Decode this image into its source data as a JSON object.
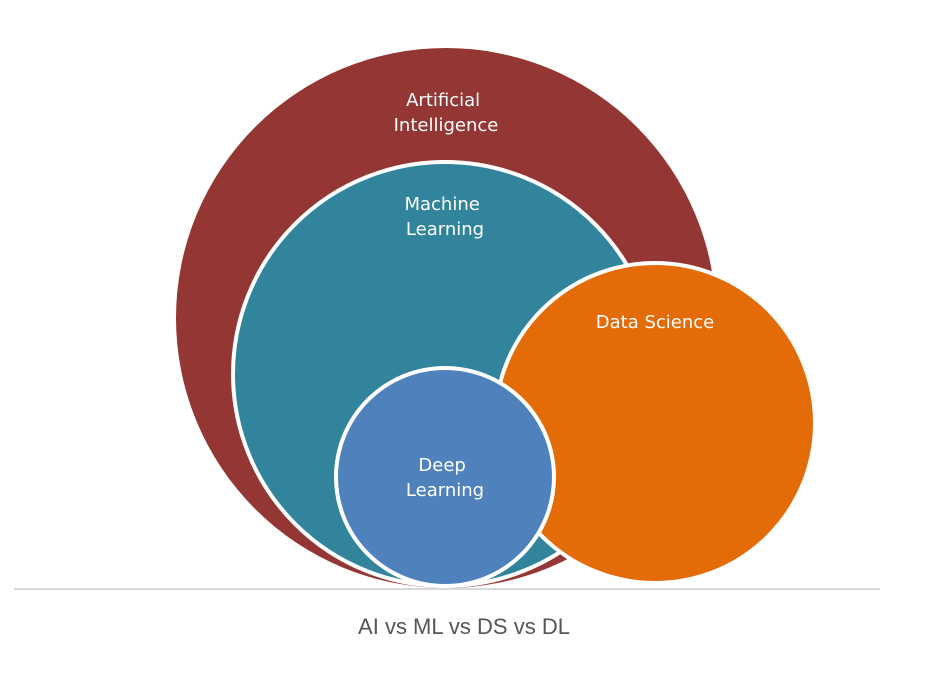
{
  "diagram": {
    "circles": {
      "ai": {
        "label_lines": [
          "Artificial",
          "Intelligence"
        ],
        "color": "#943634"
      },
      "ml": {
        "label_lines": [
          "Machine",
          "Learning"
        ],
        "color": "#31849B"
      },
      "ds": {
        "label_lines": [
          "Data Science"
        ],
        "color": "#E36C09"
      },
      "dl": {
        "label_lines": [
          "Deep",
          "Learning"
        ],
        "color": "#4F81BD"
      }
    },
    "outline_color": "#ffffff",
    "baseline_color": "#d9d9d9"
  },
  "caption": "AI vs ML vs DS vs DL"
}
